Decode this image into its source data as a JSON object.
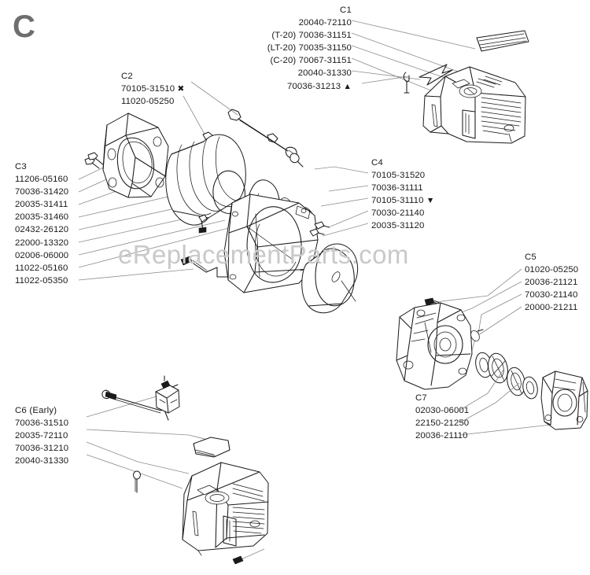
{
  "plate": {
    "letter": "C"
  },
  "watermark": {
    "text": "eReplacementParts.com"
  },
  "groups": {
    "c1": {
      "header": "C1",
      "parts": [
        {
          "prefix": "",
          "number": "20040-72110",
          "marker": ""
        },
        {
          "prefix": "(T-20)",
          "number": "70036-31151",
          "marker": ""
        },
        {
          "prefix": "(LT-20)",
          "number": "70035-31150",
          "marker": ""
        },
        {
          "prefix": "(C-20)",
          "number": "70067-31151",
          "marker": ""
        },
        {
          "prefix": "",
          "number": "20040-31330",
          "marker": ""
        },
        {
          "prefix": "",
          "number": "70036-31213",
          "marker": "▲"
        }
      ]
    },
    "c2": {
      "header": "C2",
      "parts": [
        {
          "prefix": "",
          "number": "70105-31510",
          "marker": "✖"
        },
        {
          "prefix": "",
          "number": "11020-05250",
          "marker": ""
        }
      ]
    },
    "c3": {
      "header": "C3",
      "parts": [
        {
          "prefix": "",
          "number": "11206-05160",
          "marker": ""
        },
        {
          "prefix": "",
          "number": "70036-31420",
          "marker": ""
        },
        {
          "prefix": "",
          "number": "20035-31411",
          "marker": ""
        },
        {
          "prefix": "",
          "number": "20035-31460",
          "marker": ""
        },
        {
          "prefix": "",
          "number": "02432-26120",
          "marker": ""
        },
        {
          "prefix": "",
          "number": "22000-13320",
          "marker": ""
        },
        {
          "prefix": "",
          "number": "02006-06000",
          "marker": ""
        },
        {
          "prefix": "",
          "number": "11022-05160",
          "marker": ""
        },
        {
          "prefix": "",
          "number": "11022-05350",
          "marker": ""
        }
      ]
    },
    "c4": {
      "header": "C4",
      "parts": [
        {
          "prefix": "",
          "number": "70105-31520",
          "marker": ""
        },
        {
          "prefix": "",
          "number": "70036-31111",
          "marker": ""
        },
        {
          "prefix": "",
          "number": "70105-31110",
          "marker": "▼"
        },
        {
          "prefix": "",
          "number": "70030-21140",
          "marker": ""
        },
        {
          "prefix": "",
          "number": "20035-31120",
          "marker": ""
        }
      ]
    },
    "c5": {
      "header": "C5",
      "parts": [
        {
          "prefix": "",
          "number": "01020-05250",
          "marker": ""
        },
        {
          "prefix": "",
          "number": "20036-21121",
          "marker": ""
        },
        {
          "prefix": "",
          "number": "70030-21140",
          "marker": ""
        },
        {
          "prefix": "",
          "number": "20000-21211",
          "marker": ""
        }
      ]
    },
    "c6": {
      "header": "C6 (Early)",
      "parts": [
        {
          "prefix": "",
          "number": "70036-31510",
          "marker": ""
        },
        {
          "prefix": "",
          "number": "20035-72110",
          "marker": ""
        },
        {
          "prefix": "",
          "number": "70036-31210",
          "marker": ""
        },
        {
          "prefix": "",
          "number": "20040-31330",
          "marker": ""
        }
      ]
    },
    "c7": {
      "header": "C7",
      "parts": [
        {
          "prefix": "",
          "number": "02030-06001",
          "marker": ""
        },
        {
          "prefix": "",
          "number": "22150-21250",
          "marker": ""
        },
        {
          "prefix": "",
          "number": "20036-21110",
          "marker": ""
        }
      ]
    }
  },
  "colors": {
    "line": "#1a1a1a",
    "leader": "#8a8a8a",
    "watermark": "#c9c9c9",
    "plate_letter": "#6e6e6e",
    "background": "#ffffff"
  }
}
